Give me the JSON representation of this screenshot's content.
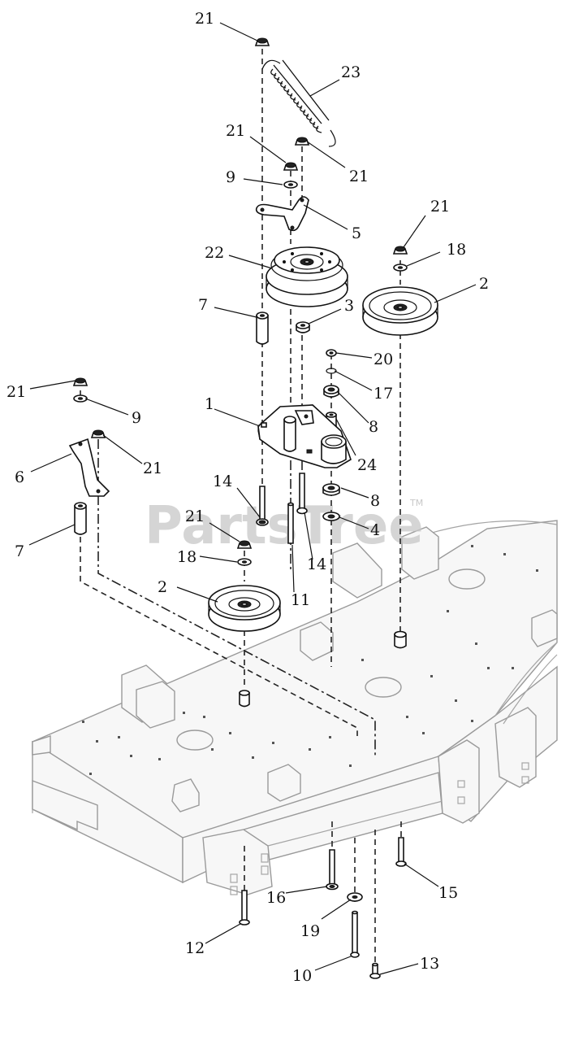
{
  "watermark": {
    "text": "PartsTree",
    "trademark": "TM"
  },
  "callouts": [
    {
      "id": "c-21-top",
      "text": "21"
    },
    {
      "id": "c-23",
      "text": "23"
    },
    {
      "id": "c-21-a",
      "text": "21"
    },
    {
      "id": "c-21-b",
      "text": "21"
    },
    {
      "id": "c-9-top",
      "text": "9"
    },
    {
      "id": "c-5",
      "text": "5"
    },
    {
      "id": "c-21-c",
      "text": "21"
    },
    {
      "id": "c-18-top",
      "text": "18"
    },
    {
      "id": "c-2-right",
      "text": "2"
    },
    {
      "id": "c-22",
      "text": "22"
    },
    {
      "id": "c-7-top",
      "text": "7"
    },
    {
      "id": "c-3",
      "text": "3"
    },
    {
      "id": "c-20",
      "text": "20"
    },
    {
      "id": "c-17",
      "text": "17"
    },
    {
      "id": "c-21-left",
      "text": "21"
    },
    {
      "id": "c-9-left",
      "text": "9"
    },
    {
      "id": "c-1",
      "text": "1"
    },
    {
      "id": "c-8-top",
      "text": "8"
    },
    {
      "id": "c-6",
      "text": "6"
    },
    {
      "id": "c-21-d",
      "text": "21"
    },
    {
      "id": "c-24",
      "text": "24"
    },
    {
      "id": "c-14-a",
      "text": "14"
    },
    {
      "id": "c-8-bottom",
      "text": "8"
    },
    {
      "id": "c-7-left",
      "text": "7"
    },
    {
      "id": "c-4",
      "text": "4"
    },
    {
      "id": "c-21-e",
      "text": "21"
    },
    {
      "id": "c-14-b",
      "text": "14"
    },
    {
      "id": "c-18-left",
      "text": "18"
    },
    {
      "id": "c-2-left",
      "text": "2"
    },
    {
      "id": "c-11",
      "text": "11"
    },
    {
      "id": "c-16",
      "text": "16"
    },
    {
      "id": "c-15",
      "text": "15"
    },
    {
      "id": "c-19",
      "text": "19"
    },
    {
      "id": "c-12",
      "text": "12"
    },
    {
      "id": "c-13",
      "text": "13"
    },
    {
      "id": "c-10",
      "text": "10"
    }
  ]
}
